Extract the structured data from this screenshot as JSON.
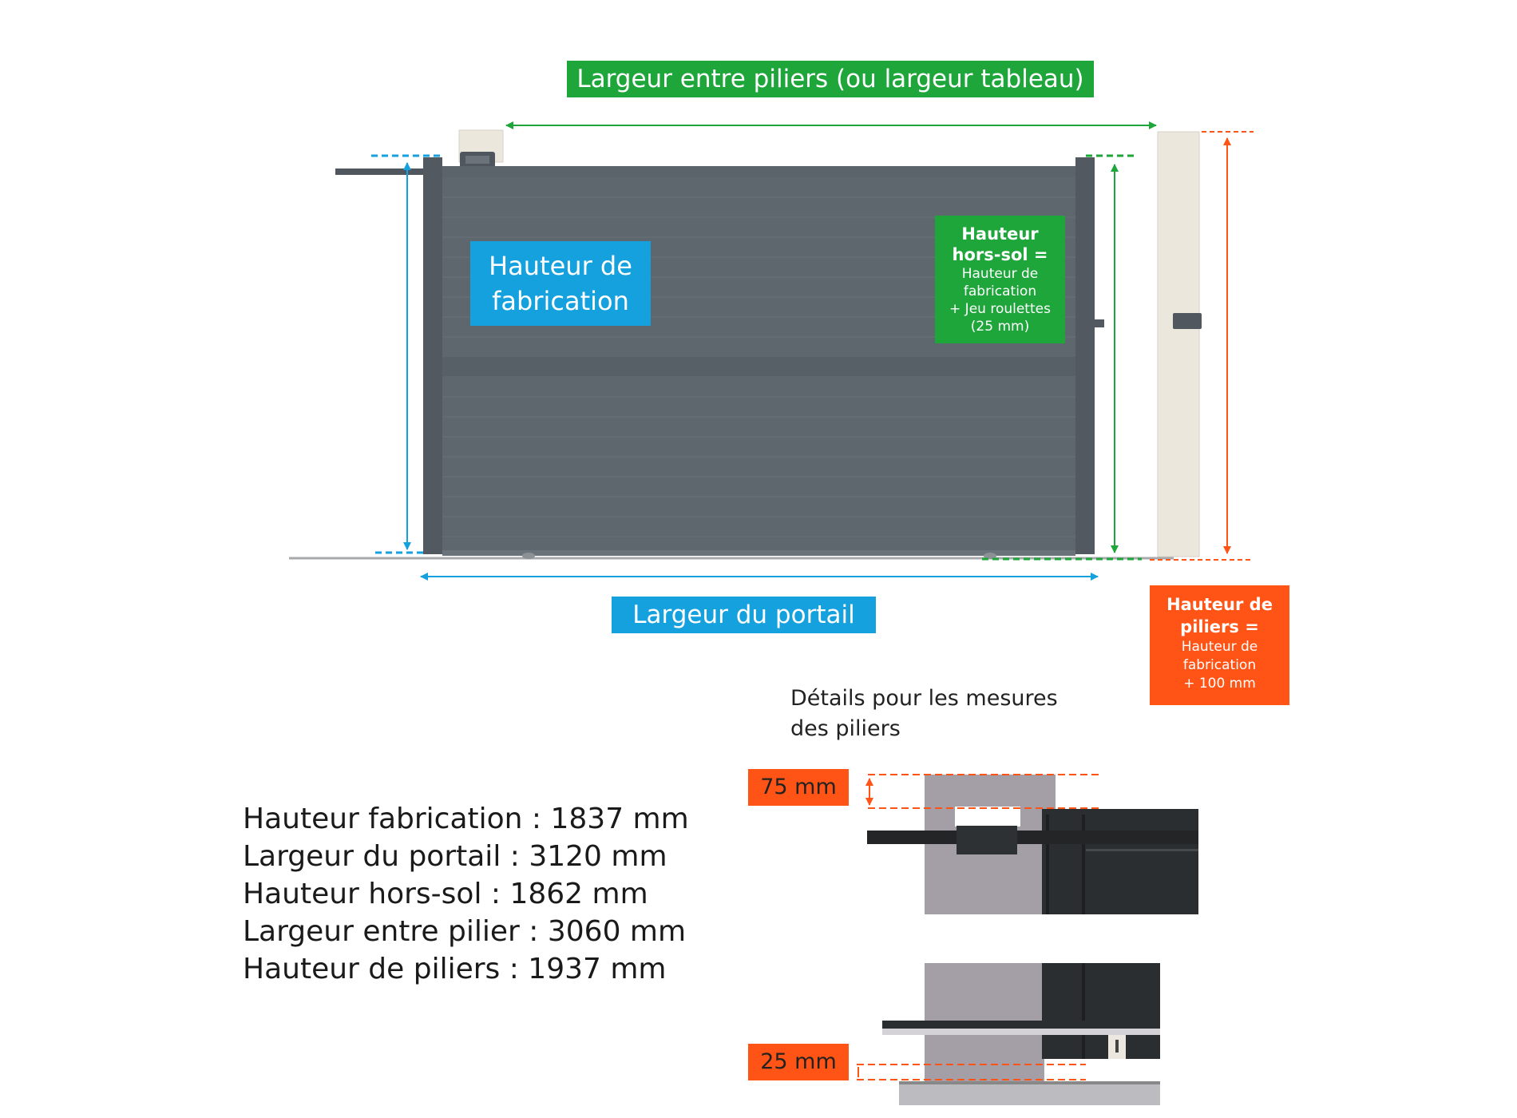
{
  "labels": {
    "largeur_entre_piliers": "Largeur entre piliers (ou largeur tableau)",
    "hauteur_fabrication": "Hauteur de fabrication",
    "hauteur_hors_sol_title": "Hauteur hors-sol =",
    "hauteur_hors_sol_lines": [
      "Hauteur de",
      "fabrication",
      "+ Jeu roulettes",
      "(25 mm)"
    ],
    "largeur_portail": "Largeur du portail",
    "hauteur_piliers_title": "Hauteur de piliers =",
    "hauteur_piliers_lines": [
      "Hauteur de",
      "fabrication",
      "+ 100 mm"
    ]
  },
  "details": {
    "title": "Détails pour les mesures des piliers",
    "top_offset": "75 mm",
    "bottom_offset": "25 mm"
  },
  "specs": [
    "Hauteur fabrication : 1837 mm",
    "Largeur du portail : 3120 mm",
    "Hauteur hors-sol : 1862 mm",
    "Largeur entre pilier : 3060 mm",
    "Hauteur de piliers : 1937 mm"
  ],
  "colors": {
    "green": "#1ea63b",
    "blue": "#15a0de",
    "orange": "#ff5416",
    "gate": "#5b636b",
    "pillar": "#ebe7dc"
  }
}
